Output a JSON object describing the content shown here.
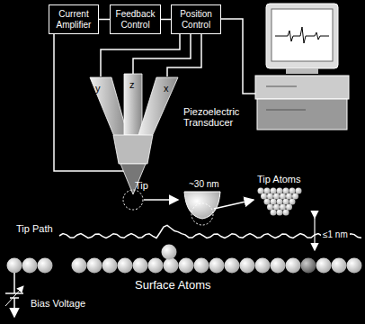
{
  "diagram": {
    "nodes": [
      {
        "text": [
          "Current Amplifier"
        ]
      },
      {
        "text": [
          "Feedback Control"
        ]
      },
      {
        "text": [
          "Position Control"
        ]
      }
    ],
    "edges": [
      {
        "from": 0,
        "to": 1,
        "arrow": "none"
      },
      {
        "from": 1,
        "to": 2,
        "arrow": "none"
      }
    ],
    "labels": [
      "y",
      "z",
      "x",
      "Piezoelectric Transducer",
      "Tip",
      "~30 nm",
      "Tip Atoms",
      "≤1 nm",
      "Tip Path",
      "Surface Atoms",
      "Bias Voltage"
    ]
  }
}
